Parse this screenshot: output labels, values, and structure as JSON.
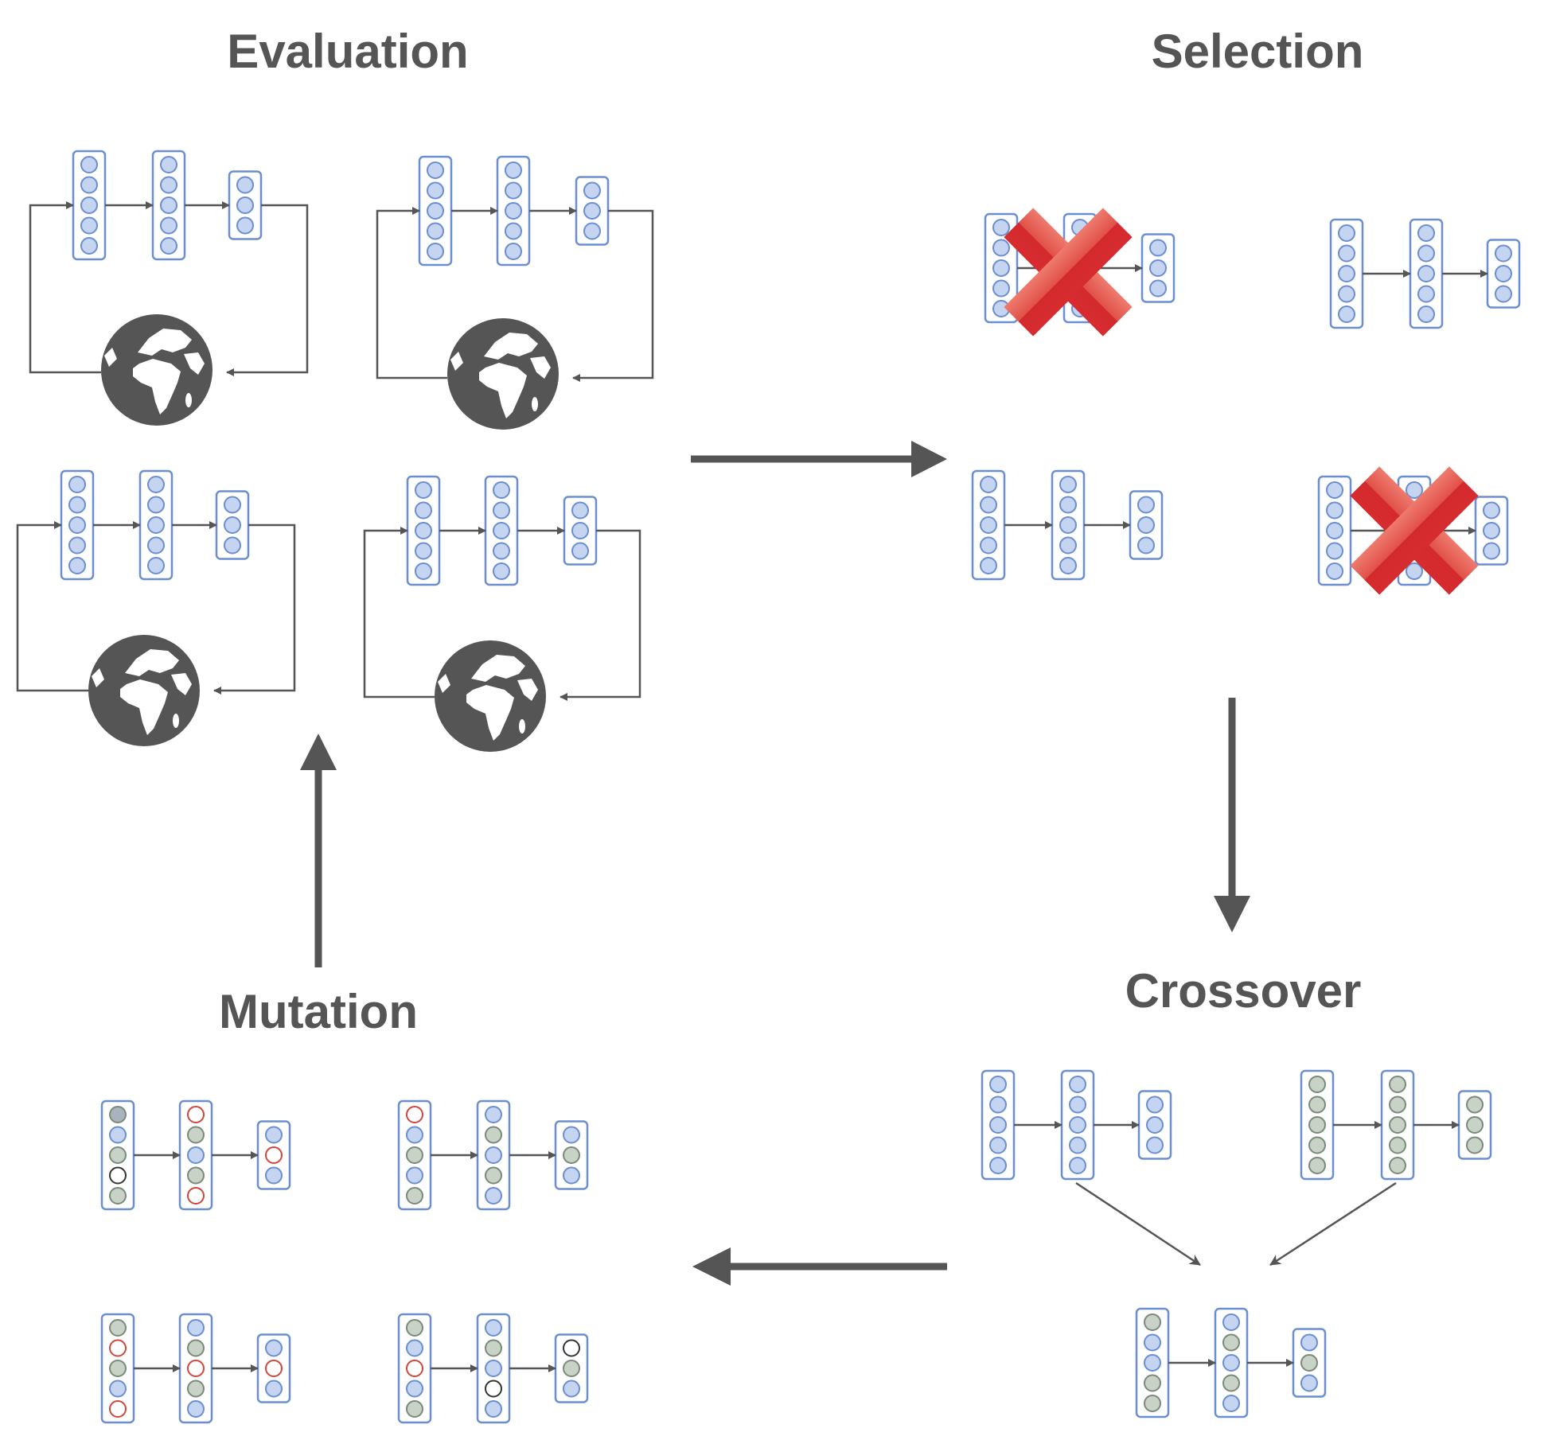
{
  "stages": {
    "evaluation": "Evaluation",
    "selection": "Selection",
    "crossover": "Crossover",
    "mutation": "Mutation"
  },
  "colors": {
    "neuron_default": "#c5d5f1",
    "neuron_border": "#6a8ed0",
    "neuron_alt": "#c9d2c6",
    "neuron_alt_border": "#7a8a7a",
    "neuron_dark_fill": "#a9b3bd",
    "mutated_red": "#d0463a",
    "mutated_black": "#333333",
    "reject_red": "#d62b2f",
    "reject_red_light": "#e8665a",
    "arrow_gray": "#555555",
    "globe": "#555555"
  },
  "flow": [
    "evaluation",
    "selection",
    "crossover",
    "mutation"
  ],
  "selection": {
    "networks": [
      {
        "position": "top-left",
        "rejected": true
      },
      {
        "position": "top-right",
        "rejected": false
      },
      {
        "position": "bottom-left",
        "rejected": false
      },
      {
        "position": "bottom-right",
        "rejected": true
      }
    ]
  },
  "icons": [
    "globe-icon",
    "reject-x-icon"
  ]
}
